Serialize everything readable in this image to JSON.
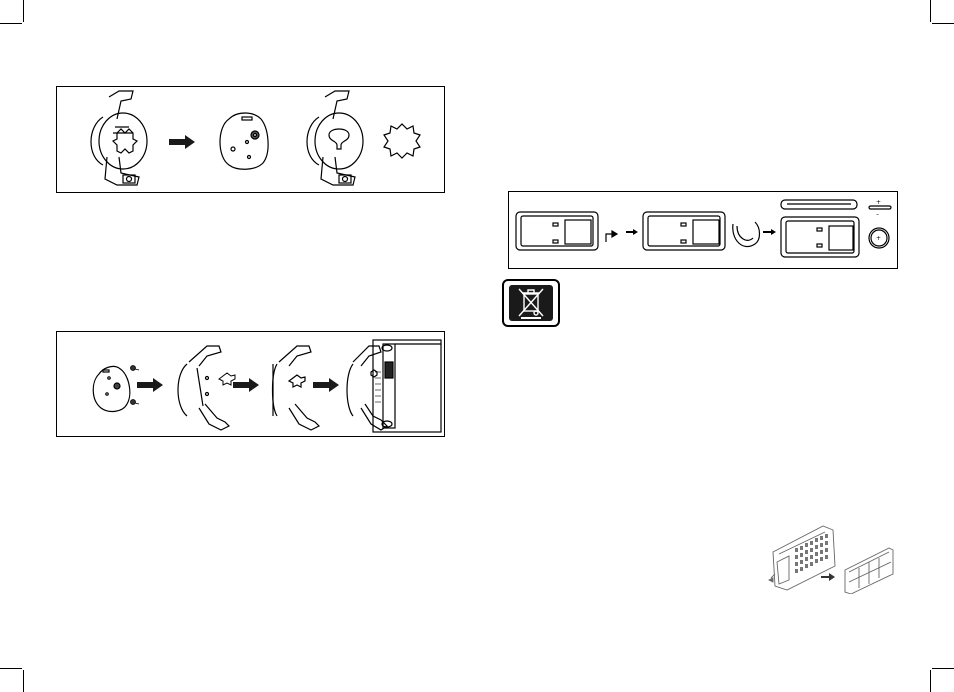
{
  "page": {
    "background": "#ffffff",
    "line_color": "#000000"
  },
  "figures": {
    "bracket_disassembly": {
      "icon": "bracket-disassembly-illustration",
      "arrow": "arrow-right-icon"
    },
    "wall_mounting": {
      "icon": "wall-mount-assembly-illustration",
      "arrow": "arrow-right-icon"
    },
    "battery_replacement": {
      "icon": "battery-replacement-illustration",
      "polarity_plus": "+",
      "polarity_minus": "–",
      "battery_label": "+"
    },
    "weee_symbol": {
      "icon": "crossed-out-wheelie-bin-icon"
    },
    "stand_removal": {
      "icon": "stand-removal-illustration"
    }
  }
}
